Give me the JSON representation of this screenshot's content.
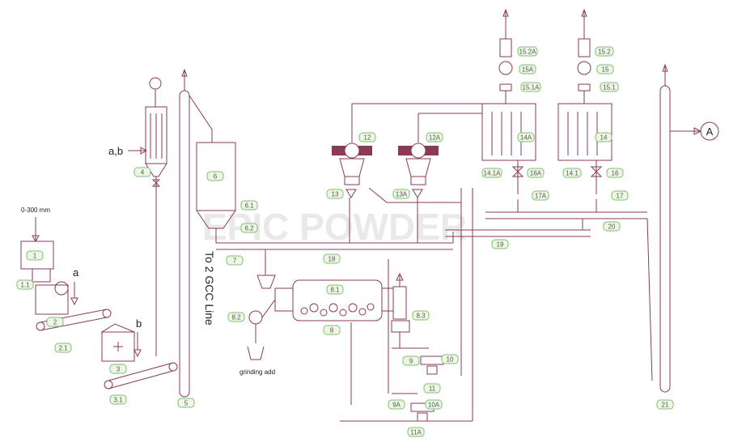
{
  "diagram": {
    "title": "GCC grinding plant process flow",
    "watermark": "EPIC POWDER",
    "text": {
      "feed_size": "0-300 mm",
      "a": "a",
      "b": "b",
      "ab": "a,b",
      "to_line": "To 2 GCC Line",
      "grinding_add": "grinding add",
      "output_a": "A"
    },
    "tags": {
      "t1": "1",
      "t1_1": "1.1",
      "t2": "2",
      "t2_1": "2.1",
      "t3": "3",
      "t3_1": "3.1",
      "t4": "4",
      "t5": "5",
      "t6": "6",
      "t6_1": "6.1",
      "t6_2": "6.2",
      "t7": "7",
      "t8": "8",
      "t8_1": "8.1",
      "t8_2": "8.2",
      "t8_3": "8.3",
      "t9": "9",
      "t9a": "9A",
      "t10": "10",
      "t10a": "10A",
      "t11": "11",
      "t11a": "11A",
      "t12": "12",
      "t12a": "12A",
      "t13": "13",
      "t13a": "13A",
      "t14": "14",
      "t14a": "14A",
      "t14_1": "14.1",
      "t14_1a": "14.1A",
      "t15": "15",
      "t15a": "15A",
      "t15_1": "15.1",
      "t15_1a": "15.1A",
      "t15_2": "15.2",
      "t15_2a": "15.2A",
      "t16": "16",
      "t16a": "16A",
      "t17": "17",
      "t17a": "17A",
      "t18": "18",
      "t19": "19",
      "t20": "20",
      "t21": "21"
    },
    "colors": {
      "line": "#8a3a55",
      "tag_border": "#7cc06a",
      "tag_fill": "#eef7e6"
    }
  }
}
